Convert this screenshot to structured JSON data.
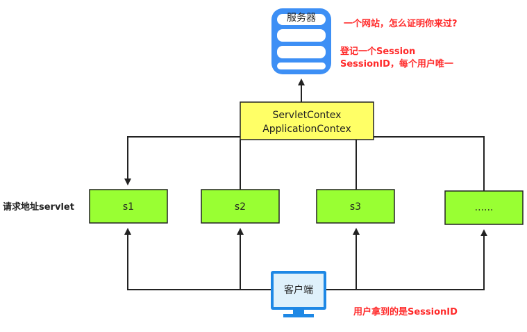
{
  "server": {
    "label": "服务器"
  },
  "notes": {
    "question": "一个网站，怎么证明你来过?",
    "register_line1": "登记一个Session",
    "register_line2": "SessionID，每个用户唯一",
    "client_gets": "用户拿到的是SessionID"
  },
  "context_box": {
    "line1": "ServletContex",
    "line2": "ApplicationContex"
  },
  "servlets": {
    "s1": "s1",
    "s2": "s2",
    "s3": "s3",
    "more": "......"
  },
  "left_label": "请求地址servlet",
  "client": {
    "label": "客户端"
  },
  "colors": {
    "db_blue": "#3d8ff5",
    "context_fill": "#ffff66",
    "servlet_fill": "#99ff33",
    "note_red": "#ff2a2a"
  }
}
